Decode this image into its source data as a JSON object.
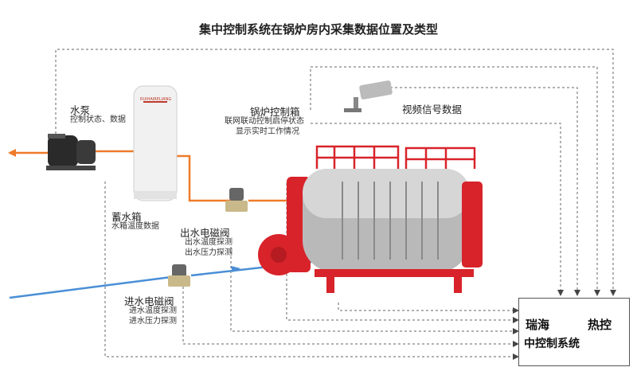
{
  "title": "集中控制系统在锅炉房内采集数据位置及类型",
  "pump": {
    "label": "水泵",
    "sub": "控制状态、数据"
  },
  "tank": {
    "label": "蓄水箱",
    "sub": "水箱温度数据",
    "brand_text": "RUIHAIRELIANG"
  },
  "outlet_valve": {
    "label": "出水电磁阀",
    "sub1": "出水温度探测",
    "sub2": "出水压力探测"
  },
  "inlet_valve": {
    "label": "进水电磁阀",
    "sub1": "进水温度探测",
    "sub2": "进水压力探测"
  },
  "boiler_box": {
    "label": "锅炉控制箱",
    "sub1": "联网联动控制启停状态",
    "sub2": "显示实时工作情况"
  },
  "camera": {
    "label": "视频信号数据"
  },
  "brand": {
    "left": "瑞海",
    "right": "热控",
    "sub": "中控制系统"
  },
  "colors": {
    "hot_pipe": "#ee7b2a",
    "cold_pipe": "#4a8fd6",
    "boiler_red": "#d8232a",
    "dash": "#666666"
  }
}
